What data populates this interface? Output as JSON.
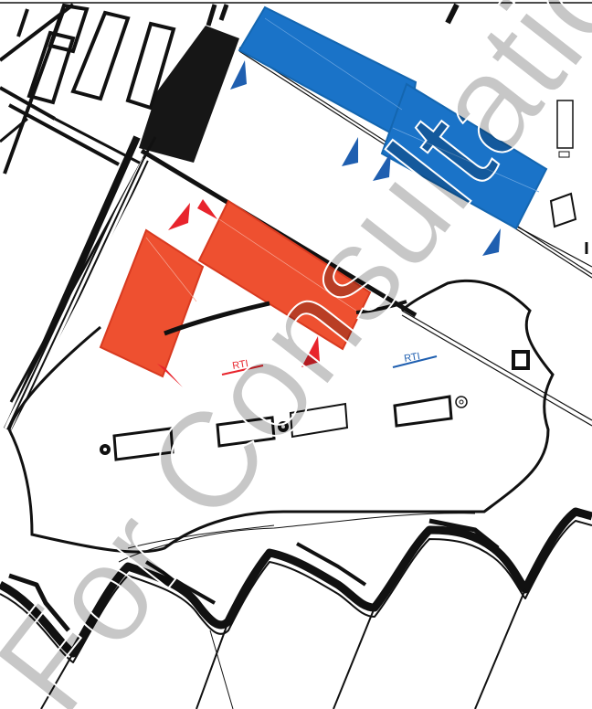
{
  "labels": {
    "red_label": "RTI",
    "blue_label": "RTI"
  },
  "watermark": {
    "text": "For Consultation"
  },
  "colors": {
    "red_zone": "#ee5030",
    "red_marker": "#e8242c",
    "blue_zone": "#1a73c8",
    "blue_marker": "#1f5fb0",
    "line": "#111111",
    "background": "#ffffff"
  }
}
